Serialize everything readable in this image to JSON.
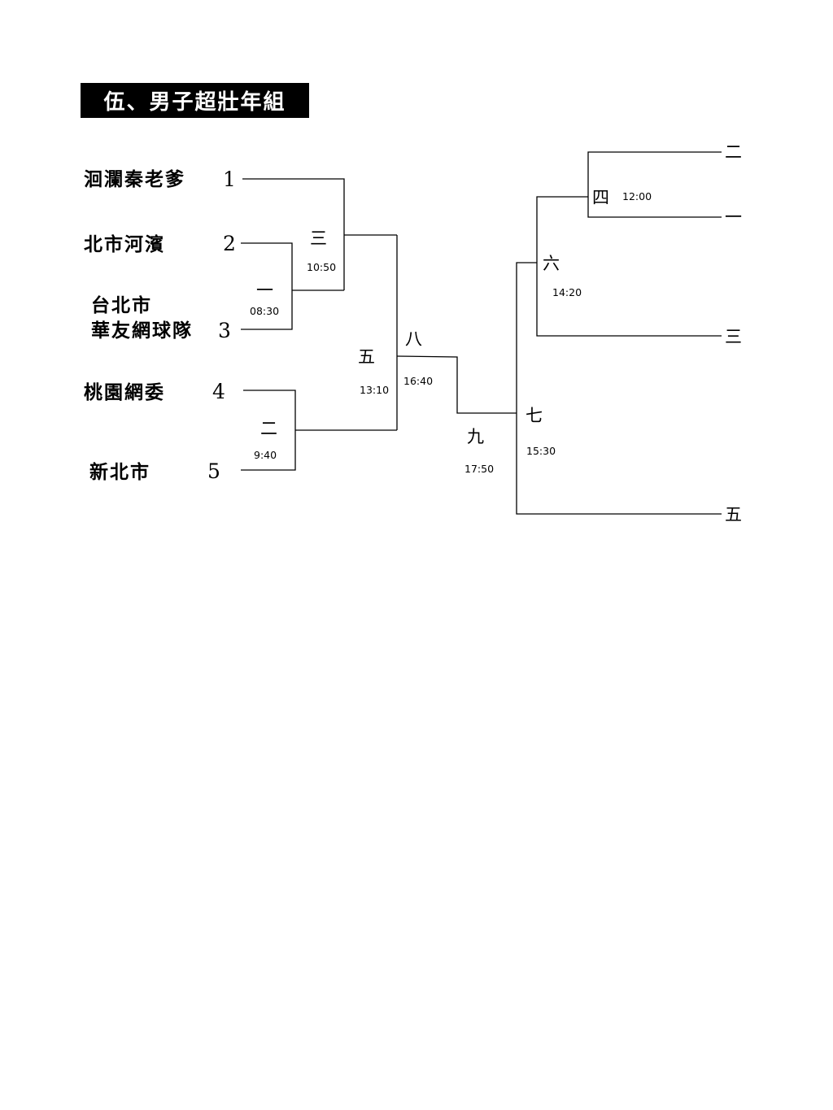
{
  "title": "伍、男子超壯年組",
  "teams": [
    {
      "name": "洄瀾秦老爹",
      "seed": "1"
    },
    {
      "name": "北市河濱",
      "seed": "2"
    },
    {
      "name_line1": "台北市",
      "name_line2": "華友網球隊",
      "seed": "3"
    },
    {
      "name": "桃園網委",
      "seed": "4"
    },
    {
      "name": "新北市",
      "seed": "5"
    }
  ],
  "matches": [
    {
      "id": "一",
      "time": "08:30"
    },
    {
      "id": "二",
      "time": "9:40"
    },
    {
      "id": "三",
      "time": "10:50"
    },
    {
      "id": "四",
      "time": "12:00"
    },
    {
      "id": "五",
      "time": "13:10"
    },
    {
      "id": "六",
      "time": "14:20"
    },
    {
      "id": "七",
      "time": "15:30"
    },
    {
      "id": "八",
      "time": "16:40"
    },
    {
      "id": "九",
      "time": "17:50"
    }
  ],
  "placements": [
    {
      "rank": "二"
    },
    {
      "rank": "一"
    },
    {
      "rank": "三"
    },
    {
      "rank": "五"
    }
  ]
}
